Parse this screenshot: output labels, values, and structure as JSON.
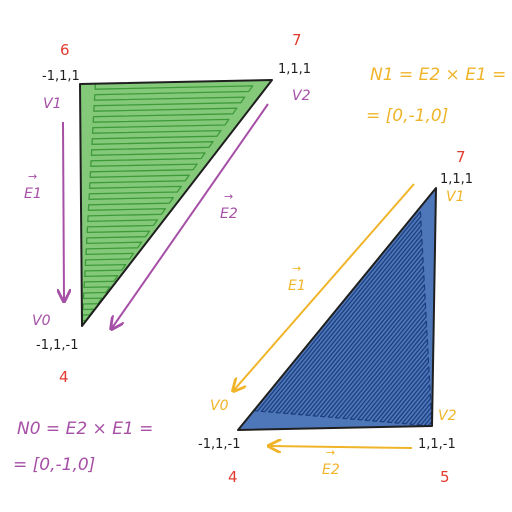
{
  "colors": {
    "outline": "#1f1f1f",
    "green_fill": "#6fbf63",
    "blue_fill": "#2f5fae",
    "red": "#e23b2e",
    "purple": "#a64fa6",
    "orange": "#f0b429"
  },
  "triangle_a": {
    "corner_top_left": {
      "index": "6",
      "coord": "-1,1,1",
      "vertex": "V1"
    },
    "corner_top_right": {
      "index": "7",
      "coord": "1,1,1",
      "vertex": "V2"
    },
    "corner_bottom": {
      "index": "4",
      "coord": "-1,1,-1",
      "vertex": "V0"
    },
    "edge_left": "E1",
    "edge_diagonal": "E2"
  },
  "triangle_b": {
    "corner_top": {
      "index": "7",
      "coord": "1,1,1",
      "vertex": "V1"
    },
    "corner_bottom_left": {
      "index": "4",
      "coord": "-1,1,-1",
      "vertex": "V0"
    },
    "corner_bottom_right": {
      "index": "5",
      "coord": "1,1,-1",
      "vertex": "V2"
    },
    "edge_diagonal": "E1",
    "edge_bottom": "E2"
  },
  "equation_n1": {
    "line1": "N1 = E2 × E1 =",
    "line2": "= [0,-1,0]"
  },
  "equation_n0": {
    "line1": "N0 = E2 × E1 =",
    "line2": "= [0,-1,0]"
  }
}
